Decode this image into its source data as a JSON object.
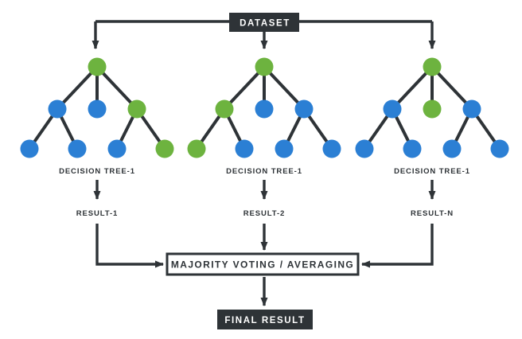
{
  "diagram": {
    "background": "#ffffff",
    "colors": {
      "dark": "#2e3337",
      "green": "#6db33f",
      "blue": "#2b7fd4",
      "box_text": "#ffffff"
    },
    "dataset": {
      "label": "DATASET"
    },
    "trees": [
      {
        "label": "DECISION TREE-1",
        "result": "RESULT-1",
        "levels": [
          [
            "green"
          ],
          [
            "blue",
            "blue",
            "green"
          ],
          [
            "blue",
            "blue",
            "blue",
            "green"
          ]
        ]
      },
      {
        "label": "DECISION TREE-1",
        "result": "RESULT-2",
        "levels": [
          [
            "green"
          ],
          [
            "green",
            "blue",
            "blue"
          ],
          [
            "green",
            "blue",
            "blue",
            "blue"
          ]
        ]
      },
      {
        "label": "DECISION TREE-1",
        "result": "RESULT-N",
        "levels": [
          [
            "green"
          ],
          [
            "blue",
            "green",
            "blue"
          ],
          [
            "blue",
            "blue",
            "blue",
            "blue"
          ]
        ]
      }
    ],
    "tree_edges": [
      [
        [
          0,
          0
        ],
        [
          1,
          0
        ]
      ],
      [
        [
          0,
          0
        ],
        [
          1,
          1
        ]
      ],
      [
        [
          0,
          0
        ],
        [
          1,
          2
        ]
      ],
      [
        [
          1,
          0
        ],
        [
          2,
          0
        ]
      ],
      [
        [
          1,
          0
        ],
        [
          2,
          1
        ]
      ],
      [
        [
          1,
          2
        ],
        [
          2,
          2
        ]
      ],
      [
        [
          1,
          2
        ],
        [
          2,
          3
        ]
      ]
    ],
    "voting": {
      "label": "MAJORITY VOTING / AVERAGING"
    },
    "final": {
      "label": "FINAL RESULT"
    }
  }
}
